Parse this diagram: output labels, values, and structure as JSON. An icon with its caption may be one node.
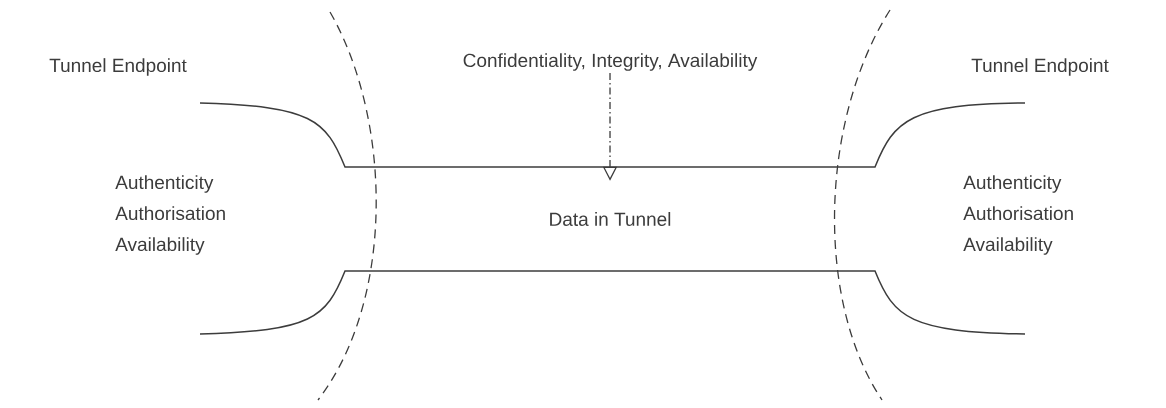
{
  "diagram": {
    "nodes": [
      {
        "text": [
          "Confidentiality, Integrity, Availability"
        ]
      },
      {
        "text": [
          "Data in Tunnel"
        ]
      }
    ],
    "edges": [
      {
        "from": 0,
        "to": 1,
        "arrow": "to",
        "style": "dashed"
      }
    ],
    "labels": [
      "Tunnel Endpoint",
      "Tunnel Endpoint",
      "Authenticity Authorisation Availability",
      "Authenticity Authorisation Availability"
    ]
  }
}
